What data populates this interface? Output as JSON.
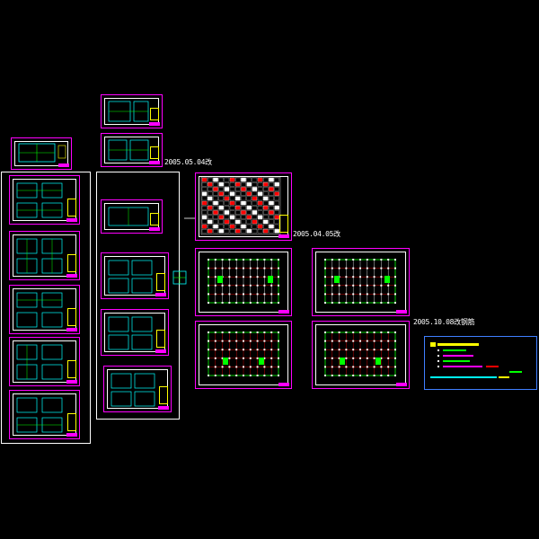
{
  "annotations": {
    "label1": "2005.05.04改",
    "label2": "2005.04.05改",
    "label3": "2005.10.08改钢筋"
  },
  "colors": {
    "frame": "#ff00ff",
    "border": "#ffffff",
    "accent_green": "#00ff00",
    "accent_cyan": "#00ffff",
    "accent_yellow": "#ffff00",
    "accent_red": "#ff0000",
    "legend_border": "#3f7fff"
  },
  "sheets": {
    "small": "small-plan-sheet",
    "table": "schedule-table-sheet",
    "floor": "floor-plan-sheet"
  }
}
